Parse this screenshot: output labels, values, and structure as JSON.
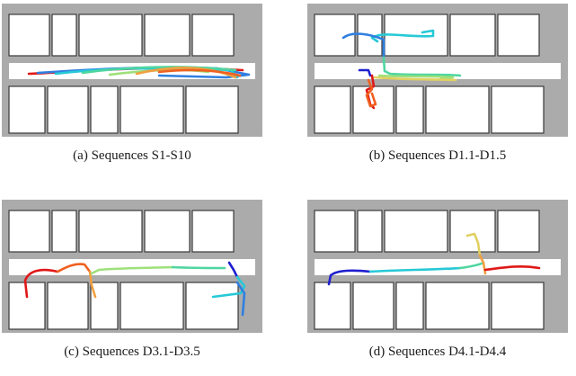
{
  "panels": [
    {
      "caption": "(a) Sequences S1-S10"
    },
    {
      "caption": "(b) Sequences D1.1-D1.5"
    },
    {
      "caption": "(c) Sequences D3.1-D3.5"
    },
    {
      "caption": "(d) Sequences D4.1-D4.4"
    }
  ],
  "colors": {
    "floor_bg": "#ababab",
    "room": "#ffffff",
    "trajectory_palette": [
      "#1f1fd0",
      "#2f7fe0",
      "#26c9d6",
      "#4fd6a0",
      "#9ee07a",
      "#e0d060",
      "#f0a040",
      "#f06020",
      "#e01818"
    ]
  }
}
